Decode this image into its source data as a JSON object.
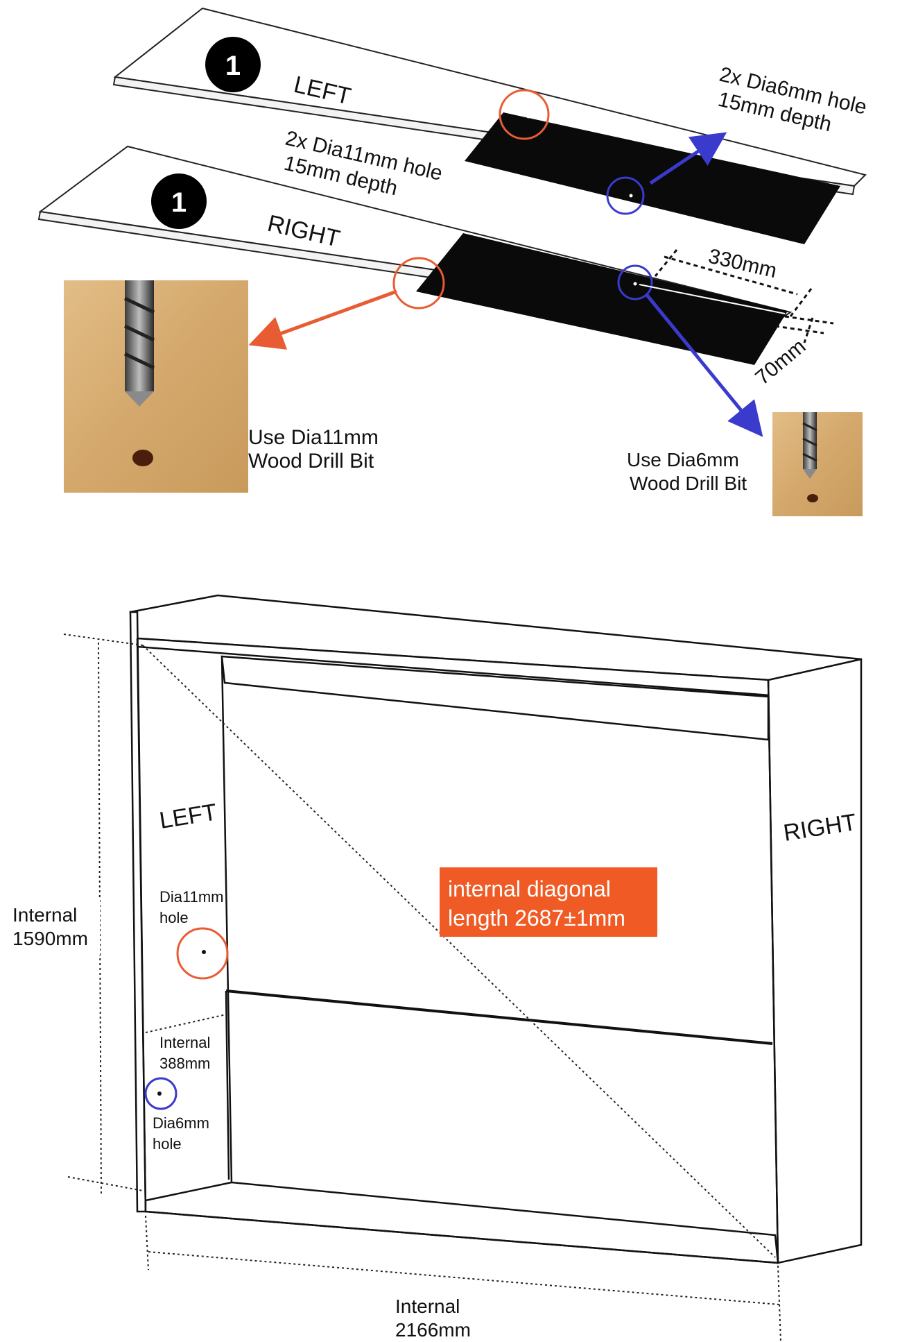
{
  "step_badges": [
    "1",
    "1"
  ],
  "top_panels": {
    "left_label": "LEFT",
    "right_label": "RIGHT"
  },
  "callouts": {
    "hole_11_line1": "2x Dia11mm hole",
    "hole_11_line2": "15mm depth",
    "hole_6_line1": "2x Dia6mm hole",
    "hole_6_line2": "15mm depth"
  },
  "dimensions": {
    "length_330": "330mm",
    "width_70": "70mm"
  },
  "drill_bits": {
    "dia11_line1": "Use Dia11mm",
    "dia11_line2": "Wood Drill Bit",
    "dia6_line1": "Use Dia6mm",
    "dia6_line2": "Wood Drill Bit"
  },
  "frame": {
    "left_label": "LEFT",
    "right_label": "RIGHT",
    "dia11_hole_line1": "Dia11mm",
    "dia11_hole_line2": "hole",
    "internal_388_line1": "Internal",
    "internal_388_line2": "388mm",
    "dia6_hole_line1": "Dia6mm",
    "dia6_hole_line2": "hole",
    "height_line1": "Internal",
    "height_line2": "1590mm",
    "width_line1": "Internal",
    "width_line2": "2166mm",
    "diagonal_line1": "internal diagonal",
    "diagonal_line2": "length 2687±1mm"
  },
  "colors": {
    "orange": "#e85c33",
    "blue": "#3a3acc",
    "diagonal_box": "#f05a24",
    "wood": "#d9b07a"
  }
}
